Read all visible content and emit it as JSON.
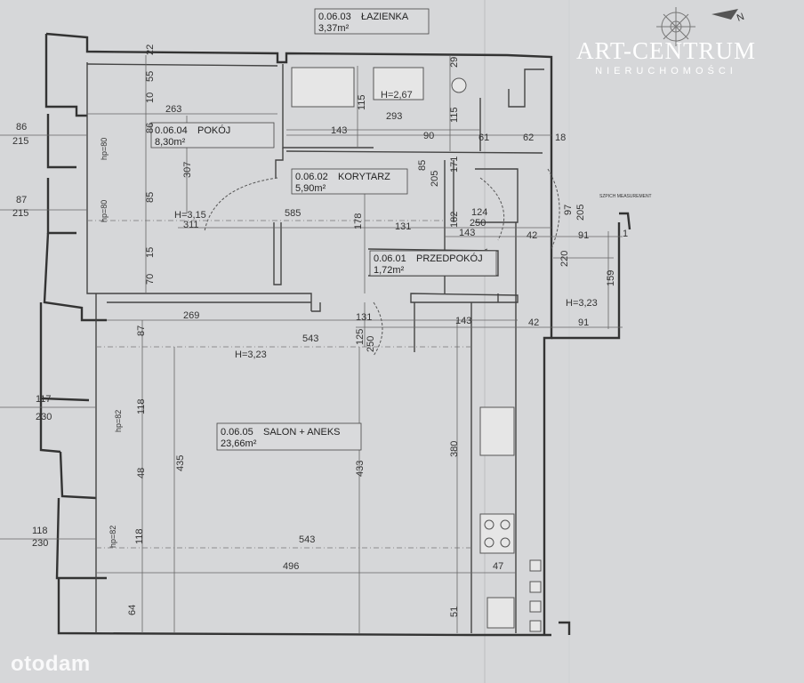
{
  "rooms": [
    {
      "code": "0.06.03",
      "name": "ŁAZIENKA",
      "area": "3,37m²"
    },
    {
      "code": "0.06.04",
      "name": "POKÓJ",
      "area": "8,30m²"
    },
    {
      "code": "0.06.02",
      "name": "KORYTARZ",
      "area": "5,90m²"
    },
    {
      "code": "0.06.01",
      "name": "PRZEDPOKÓJ",
      "area": "1,72m²"
    },
    {
      "code": "0.06.05",
      "name": "SALON + ANEKS",
      "area": "23,66m²"
    }
  ],
  "heights": [
    "H=2,67",
    "H=3,15",
    "H=3,23",
    "H=3,23"
  ],
  "dims": {
    "d263": "263",
    "d293": "293",
    "d143a": "143",
    "d90": "90",
    "d61": "61",
    "d62": "62",
    "d18": "18",
    "d585": "585",
    "d311": "311",
    "d131a": "131",
    "d143b": "143",
    "d42a": "42",
    "d91a": "91",
    "d124": "124",
    "d250a": "250",
    "d269": "269",
    "d131b": "131",
    "d143c": "143",
    "d42b": "42",
    "d91b": "91",
    "d543a": "543",
    "d543b": "543",
    "d496": "496",
    "d47": "47",
    "d55": "55",
    "d22": "22",
    "d10": "10",
    "d86": "86",
    "d307": "307",
    "d85a": "85",
    "d15": "15",
    "d70": "70",
    "d115a": "115",
    "d115b": "115",
    "d29": "29",
    "d85b": "85",
    "d205a": "205",
    "d171": "171",
    "d178": "178",
    "d182": "182",
    "d87": "87",
    "d118a": "118",
    "d48": "48",
    "d435": "435",
    "d433": "433",
    "d125": "125",
    "d250b": "250",
    "d380": "380",
    "d118b": "118",
    "d64": "64",
    "d51": "51",
    "d97": "97",
    "d205b": "205",
    "d220": "220",
    "d159": "159",
    "d1": "1"
  },
  "windows": [
    {
      "w": "86",
      "h": "215",
      "hp": "hp=80"
    },
    {
      "w": "87",
      "h": "215",
      "hp": "hp=80"
    },
    {
      "w": "117",
      "h": "230",
      "hp": "hp=82"
    },
    {
      "w": "118",
      "h": "230",
      "hp": "hp=82"
    }
  ],
  "note": "SZPICH\nMEASUREMENT",
  "logo": {
    "title": "ART-CENTRUM",
    "subtitle": "NIERUCHOMOŚCI"
  },
  "watermark": "otodam",
  "colors": {
    "paper": "#d6d7d9",
    "line": "#333333",
    "logo": "#ffffff"
  }
}
